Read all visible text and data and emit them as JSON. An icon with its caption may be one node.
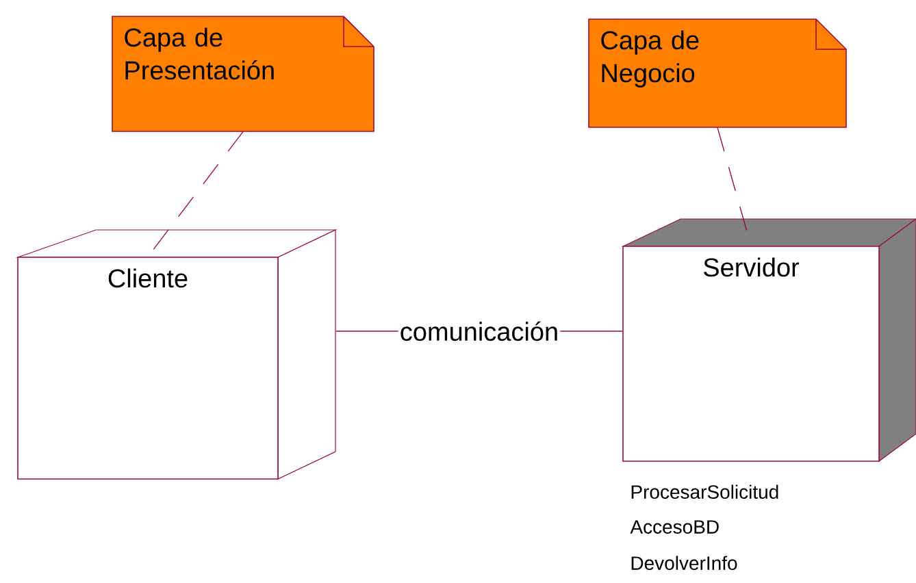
{
  "diagram": {
    "nodes": [
      {
        "text": [
          "Capa de Presentación"
        ]
      },
      {
        "text": [
          "Capa de Negocio"
        ]
      },
      {
        "text": [
          "Cliente"
        ]
      },
      {
        "text": [
          "Servidor"
        ],
        "beside": [
          "ProcesarSolicitud",
          "AccesoBD",
          "DevolverInfo"
        ]
      }
    ],
    "edges": [
      {
        "from": 0,
        "to": 2,
        "arrow": "none",
        "style": "dashed"
      },
      {
        "from": 1,
        "to": 3,
        "arrow": "none",
        "style": "dashed"
      },
      {
        "from": 2,
        "to": 3,
        "arrow": "none",
        "label": "comunicación"
      }
    ]
  }
}
